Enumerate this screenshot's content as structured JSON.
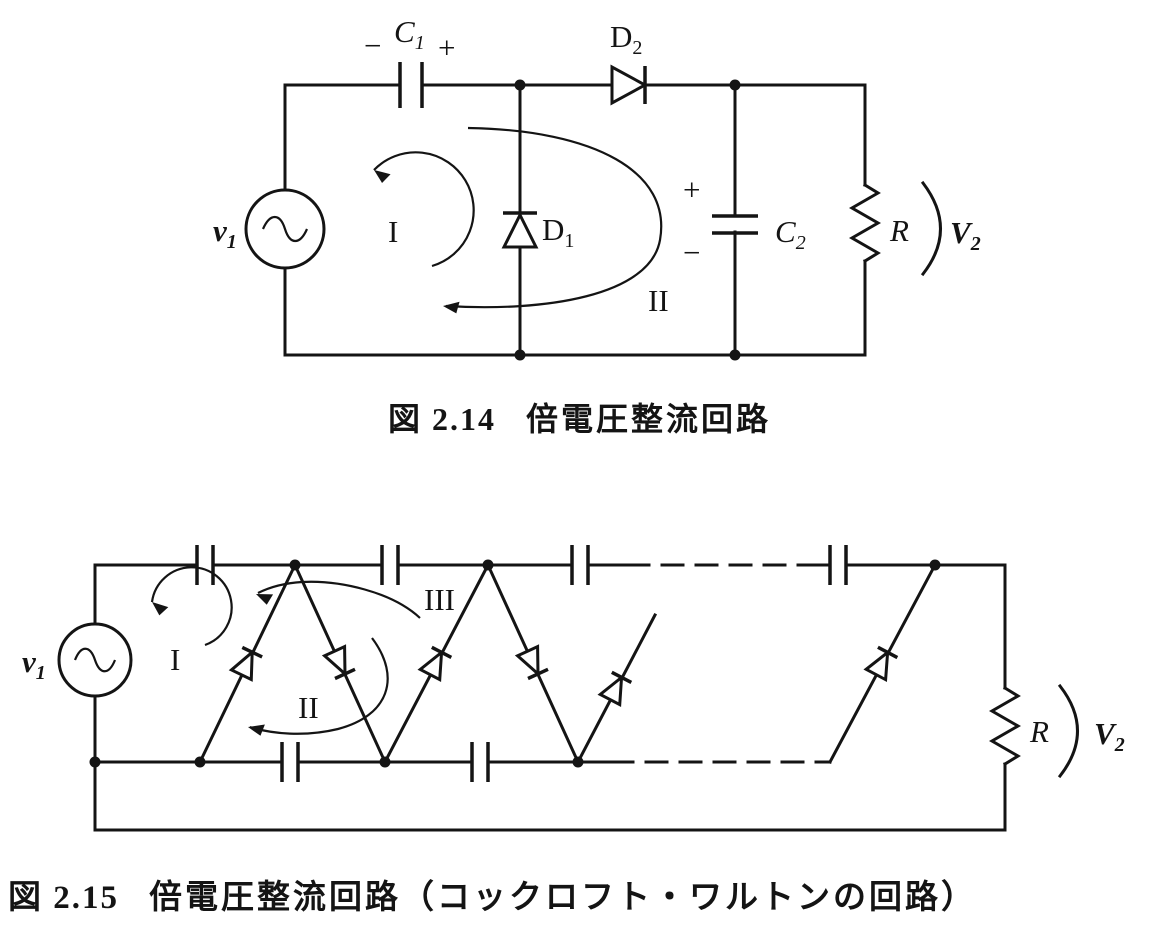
{
  "page": {
    "bg": "#ffffff",
    "ink": "#141414"
  },
  "fig214": {
    "caption": {
      "fig": "図 2.14",
      "title": "倍電圧整流回路"
    },
    "labels": {
      "v1": {
        "main": "v",
        "sub": "1"
      },
      "c1_minus": "−",
      "c1": {
        "main": "C",
        "sub": "1"
      },
      "c1_plus": "+",
      "d2": {
        "main": "D",
        "sub": "2"
      },
      "d1": {
        "main": "D",
        "sub": "1"
      },
      "c2_plus": "+",
      "c2_minus": "−",
      "c2": {
        "main": "C",
        "sub": "2"
      },
      "r": "R",
      "v2": {
        "main": "V",
        "sub": "2"
      },
      "loop1": "I",
      "loop2": "II"
    }
  },
  "fig215": {
    "caption": {
      "fig": "図 2.15",
      "title": "倍電圧整流回路（コックロフト・ワルトンの回路）"
    },
    "labels": {
      "v1": {
        "main": "v",
        "sub": "1"
      },
      "r": "R",
      "v2": {
        "main": "V",
        "sub": "2"
      },
      "loop1": "I",
      "loop2": "II",
      "loop3": "III"
    }
  }
}
